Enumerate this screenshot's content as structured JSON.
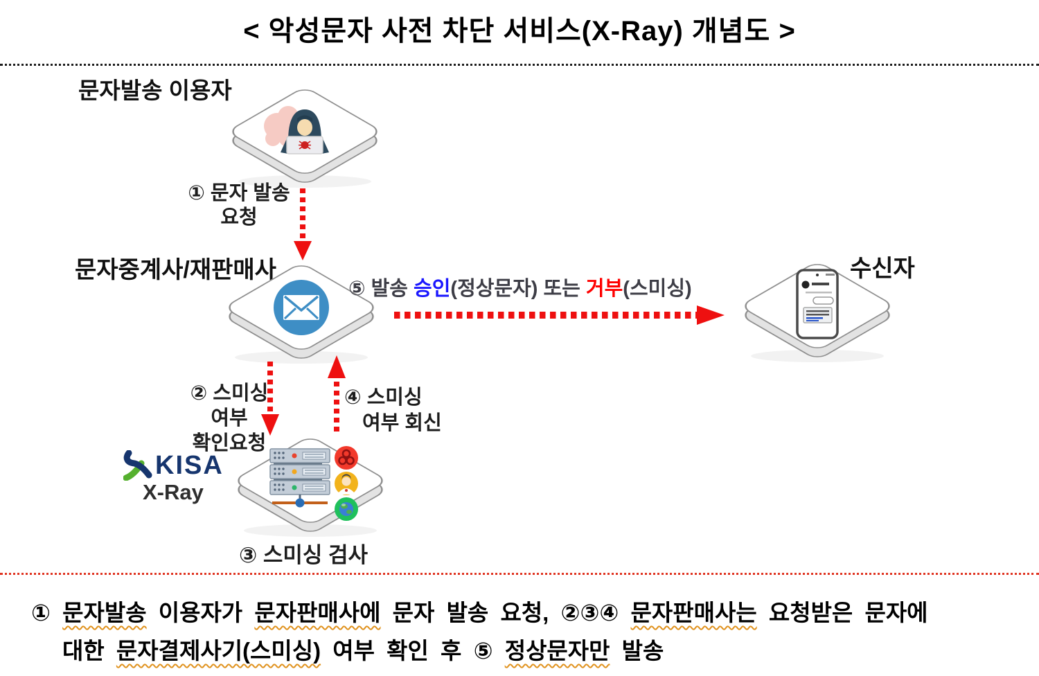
{
  "title": "< 악성문자 사전 차단 서비스(X-Ray) 개념도 >",
  "nodes": {
    "sender": {
      "label": "문자발송 이용자",
      "icon": "hacker-at-laptop"
    },
    "relay": {
      "label": "문자중계사/재판매사",
      "icon": "mail-envelope"
    },
    "receiver": {
      "label": "수신자",
      "icon": "smartphone-message"
    },
    "kisa": {
      "brand": "KISA",
      "product": "X-Ray",
      "icon": "server-rack-with-badges"
    }
  },
  "steps": {
    "step1": {
      "line1": "① 문자 발송",
      "line2": "요청"
    },
    "step2": {
      "line1": "② 스미싱",
      "line2": "여부",
      "line3": "확인요청"
    },
    "step3": {
      "label": "③ 스미싱 검사"
    },
    "step4": {
      "line1": "④ 스미싱",
      "line2": "여부 회신"
    },
    "step5": {
      "prefix": "⑤ 발송 ",
      "approve": "승인",
      "mid": "(정상문자) 또는 ",
      "reject": "거부",
      "suffix": "(스미싱)"
    }
  },
  "footer": {
    "line1": [
      {
        "text": "① "
      },
      {
        "text": "문자발송"
      },
      {
        "text": " 이용자가 "
      },
      {
        "text": "문자판매사에"
      },
      {
        "text": " 문자 발송 요청, ②③④ "
      },
      {
        "text": "문자판매사는"
      },
      {
        "text": " 요청받은 문자에"
      }
    ],
    "line2": [
      {
        "text": "대한 "
      },
      {
        "text": "문자결제사기(스미싱)"
      },
      {
        "text": " 여부 확인 후 ⑤ "
      },
      {
        "text": "정상문자만"
      },
      {
        "text": " 발송"
      }
    ]
  },
  "colors": {
    "arrow_red": "#ee1010",
    "approve_blue": "#1a16ff",
    "reject_red": "#ff0000",
    "kisa_navy": "#16356e",
    "kisa_green": "#55b02e",
    "envelope_blue": "#3e8ec5",
    "squiggle_orange": "#e0921e"
  }
}
